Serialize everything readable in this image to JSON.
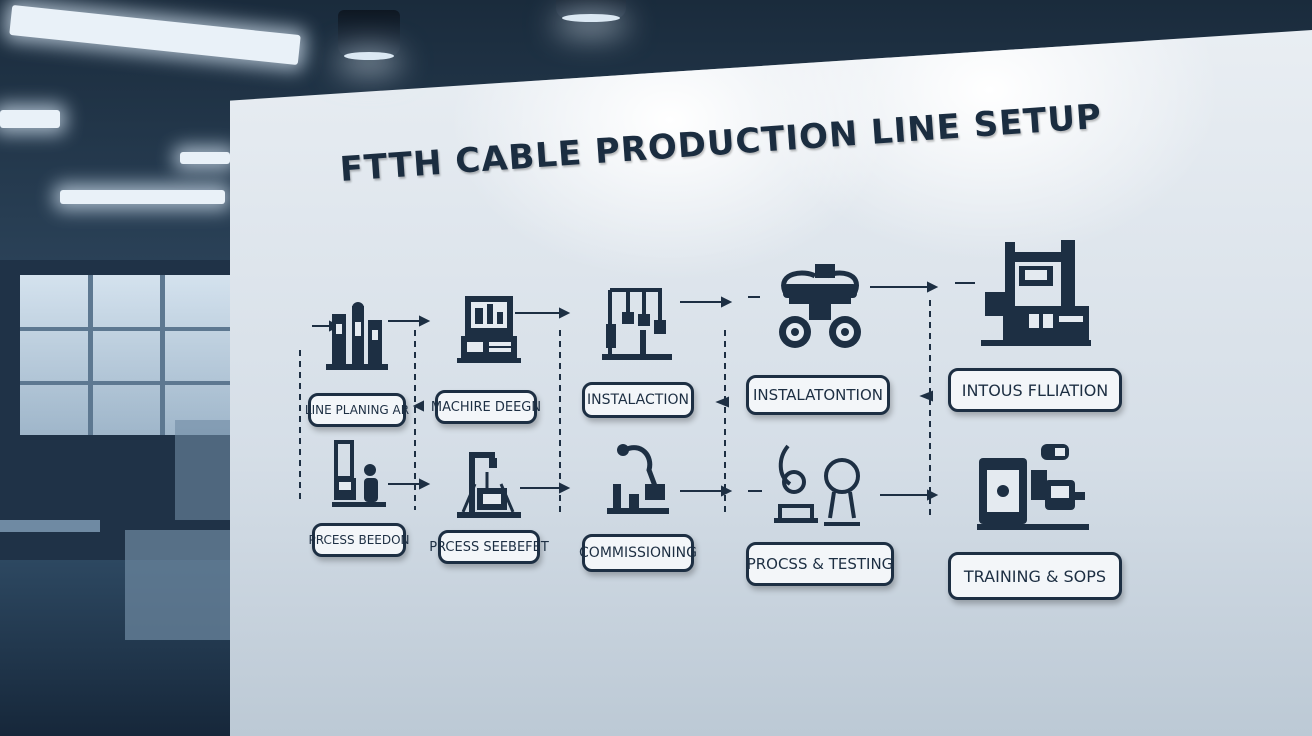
{
  "title": "FTTH CABLE PRODUCTION LINE SETUP",
  "steps_top": [
    {
      "label": "LINE PLANING AR",
      "icon": "planning-machine-icon"
    },
    {
      "label": "MACHIRE DEEGN",
      "icon": "machine-design-icon"
    },
    {
      "label": "INSTALACTION",
      "icon": "installation-rig-icon"
    },
    {
      "label": "INSTALATONTION",
      "icon": "cable-reel-machine-icon"
    },
    {
      "label": "INTOUS FLLIATION",
      "icon": "production-plant-icon"
    }
  ],
  "steps_bottom": [
    {
      "label": "PRCESS BEEDON",
      "icon": "operator-station-icon"
    },
    {
      "label": "PRCESS SEEBEFET",
      "icon": "crane-assembly-icon"
    },
    {
      "label": "COMMISSIONING",
      "icon": "robotic-arm-icon"
    },
    {
      "label": "PROCSS & TESTING",
      "icon": "testing-equipment-icon"
    },
    {
      "label": "TRAINING & SOPS",
      "icon": "training-workstation-icon"
    }
  ],
  "colors": {
    "ink": "#1d2f43",
    "wall": "#e4eaf0",
    "room": "#1f3247"
  }
}
